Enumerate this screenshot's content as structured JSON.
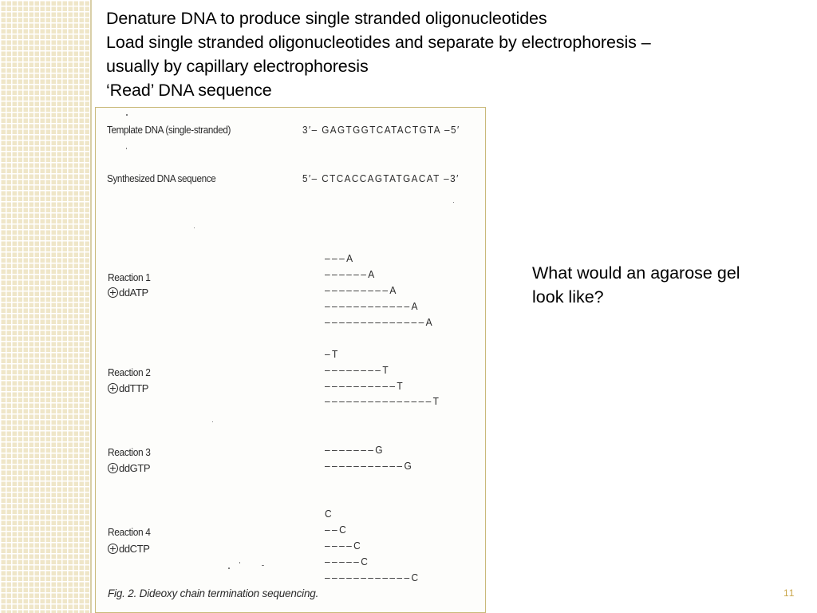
{
  "slide": {
    "bullets": [
      "Denature DNA to produce single stranded oligonucleotides",
      "Load single stranded oligonucleotides and separate by electrophoresis –",
      "usually by capillary electrophoresis",
      "‘Read’ DNA sequence"
    ],
    "question": "What would an agarose gel look like?",
    "slide_number": "11",
    "colors": {
      "strip": "#efe6c8",
      "figure_border": "#c9b97a",
      "slide_number": "#c9a64a"
    }
  },
  "figure": {
    "template_label": "Template DNA (single-stranded)",
    "template_seq": "3′– GAGTGGTCATACTGTA –5′",
    "synth_label": "Synthesized DNA sequence",
    "synth_seq": "5′– CTCACCAGTATGACAT –3′",
    "reactions": [
      {
        "name": "Reaction 1",
        "reagent": "ddATP",
        "fragments": [
          "–––A",
          "––––––A",
          "–––––––––A",
          "––––––––––––A",
          "––––––––––––––A"
        ]
      },
      {
        "name": "Reaction 2",
        "reagent": "ddTTP",
        "fragments": [
          "–T",
          "––––––––T",
          "––––––––––T",
          "–––––––––––––––T"
        ]
      },
      {
        "name": "Reaction 3",
        "reagent": "ddGTP",
        "fragments": [
          "–––––––G",
          "–––––––––––G"
        ]
      },
      {
        "name": "Reaction 4",
        "reagent": "ddCTP",
        "fragments": [
          "C",
          "––C",
          "––––C",
          "–––––C",
          "––––––––––––C"
        ]
      }
    ],
    "caption": "Fig. 2.   Dideoxy chain termination sequencing."
  }
}
